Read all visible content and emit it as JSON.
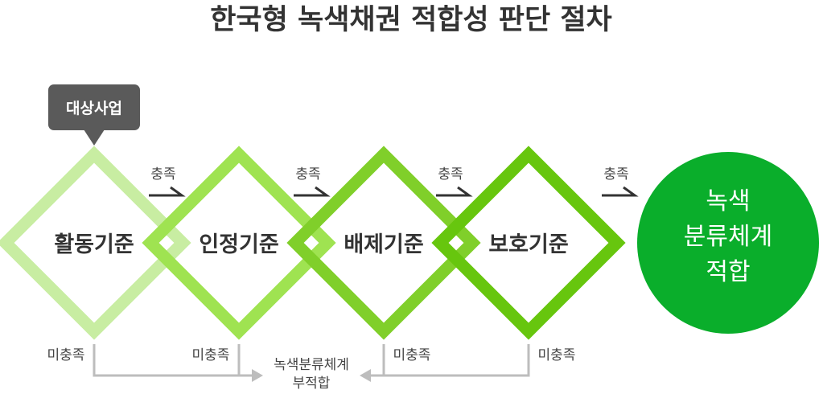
{
  "title": "한국형 녹색채권 적합성 판단 절차",
  "badge": {
    "label": "대상사업",
    "color": "#5a5a5a"
  },
  "criteria": [
    {
      "label": "활동기준",
      "color": "#c8eda2"
    },
    {
      "label": "인정기준",
      "color": "#9fe351"
    },
    {
      "label": "배제기준",
      "color": "#80cf2a"
    },
    {
      "label": "보호기준",
      "color": "#67c60e"
    }
  ],
  "pass_label": "충족",
  "fail_label": "미충족",
  "result_pass": {
    "lines": [
      "녹색",
      "분류체계",
      "적합"
    ],
    "color": "#0aae2b"
  },
  "result_fail": {
    "lines": [
      "녹색분류체계",
      "부적합"
    ]
  },
  "colors": {
    "connector": "#bdbdbd",
    "arrow": "#333333"
  }
}
